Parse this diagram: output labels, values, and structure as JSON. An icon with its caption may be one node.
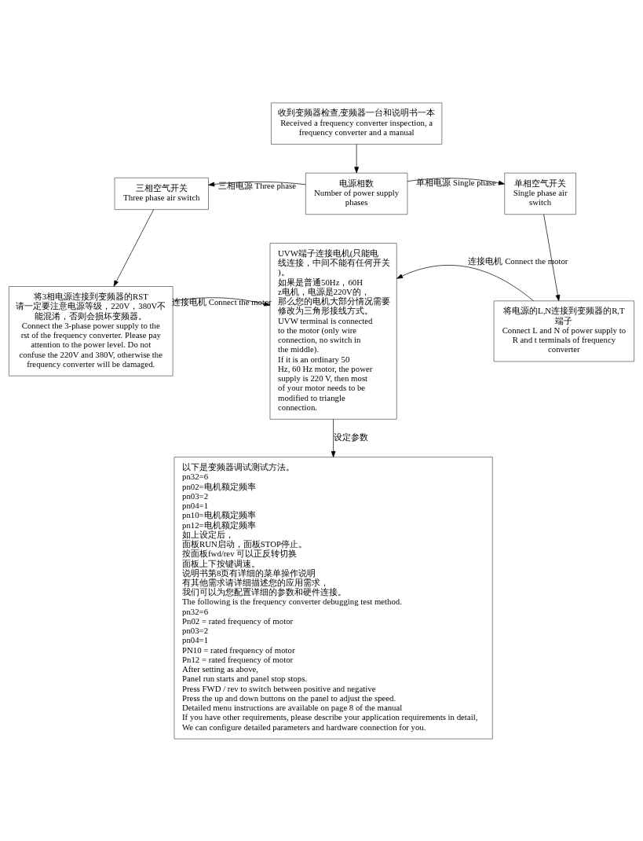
{
  "diagram": {
    "nodes": [
      {
        "text": [
          "收到变频器检查,变频器一台和说明书一本",
          "Received a frequency converter inspection, a frequency converter and a manual"
        ]
      },
      {
        "text": [
          "三相空气开关",
          "Three phase air switch"
        ]
      },
      {
        "text": [
          "电源相数",
          "Number of power supply phases"
        ]
      },
      {
        "text": [
          "单相空气开关",
          "Single phase air switch"
        ]
      },
      {
        "text": [
          "将3相电源连接到变频器的RST",
          "请一定要注意电源等级，220V，380V不能混淆，否则会损坏变频器。",
          "Connect the 3-phase power supply to the rst of the frequency converter. Please pay attention to the power level. Do not confuse the 220V and 380V, otherwise the frequency converter will be damaged."
        ]
      },
      {
        "text": [
          "UVW端子连接电机(只能电线连接，中间不能有任何开关)。",
          "如果是普通50Hz，60Hz电机，电源是220V的，那么您的电机大部分情况需要修改为三角形接线方式。",
          "UVW terminal is connected to the motor (only wire connection, no switch in the middle).",
          "If it is an ordinary 50 Hz, 60 Hz motor, the power supply is 220 V, then most of your motor needs to be modified to triangle connection."
        ]
      },
      {
        "text": [
          "将电源的L,N连接到变频器的R,T端子",
          "Connect L and N of power supply to R and t terminals of frequency converter"
        ]
      },
      {
        "text": [
          "以下是变频器调试测试方法。",
          "pn32=6",
          "pn02=电机额定频率",
          "pn03=2",
          "pn04=1",
          "pn10=电机额定频率",
          "pn12=电机额定频率",
          "如上设定后，",
          "面板RUN启动，面板STOP停止。",
          "按面板fwd/rev 可以正反转切换",
          "面板上下按键调速。",
          "说明书第8页有详细的菜单操作说明",
          "有其他需求请详细描述您的应用需求，",
          "我们可以为您配置详细的参数和硬件连接。",
          "The following is the frequency converter debugging test method.",
          "pn32=6",
          "Pn02 = rated frequency of motor",
          "pn03=2",
          "pn04=1",
          "PN10 = rated frequency of motor",
          "Pn12 = rated frequency of motor",
          "After setting as above,",
          "Panel run starts and panel stop stops.",
          "Press FWD / rev to switch between positive and negative",
          "Press the up and down buttons on the panel to adjust the speed.",
          "Detailed menu instructions are available on page 8 of the manual",
          "If you have other requirements, please describe your application requirements in detail,",
          "We can configure detailed parameters and hardware connection for you."
        ]
      }
    ],
    "edges": [
      {
        "from": 0,
        "to": 2,
        "arrow": "to"
      },
      {
        "from": 2,
        "to": 1,
        "arrow": "to",
        "label": "三相电源 Three phase"
      },
      {
        "from": 2,
        "to": 3,
        "arrow": "to",
        "label": "单相电源 Single phase"
      },
      {
        "from": 1,
        "to": 4,
        "arrow": "to"
      },
      {
        "from": 3,
        "to": 6,
        "arrow": "to"
      },
      {
        "from": 4,
        "to": 5,
        "arrow": "to",
        "label": "连接电机 Connect the motor"
      },
      {
        "from": 6,
        "to": 5,
        "arrow": "to",
        "label": "连接电机 Connect the motor"
      },
      {
        "from": 5,
        "to": 7,
        "arrow": "to",
        "label": "设定参数"
      }
    ]
  }
}
